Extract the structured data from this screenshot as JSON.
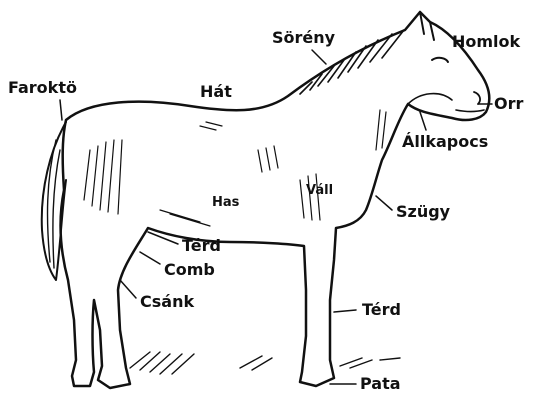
{
  "diagram": {
    "labels": {
      "sereny": "Sörény",
      "homlok": "Homlok",
      "faroktö": "Faroktö",
      "hat": "Hát",
      "orr": "Orr",
      "allkapocs": "Állkapocs",
      "vall": "Váll",
      "has": "Has",
      "szugy": "Szügy",
      "terd_hind": "Térd",
      "comb": "Comb",
      "csank": "Csánk",
      "terd_fore": "Térd",
      "pata": "Pata"
    },
    "colors": {
      "ink": "#111111",
      "paper": "#ffffff"
    }
  }
}
